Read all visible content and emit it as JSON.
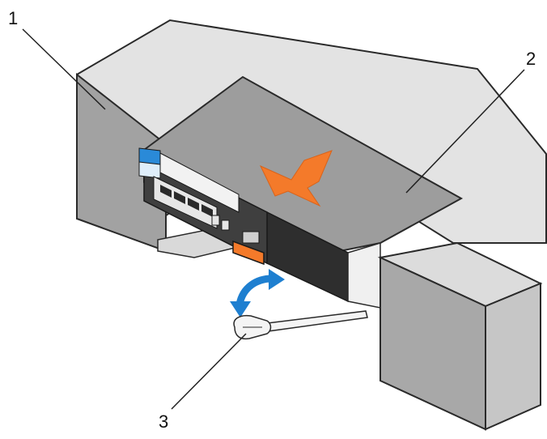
{
  "callouts": [
    {
      "number": "1"
    },
    {
      "number": "2"
    },
    {
      "number": "3"
    }
  ],
  "colors": {
    "chassis_top": "#e2e2e2",
    "chassis_front": "#9c9c9c",
    "module_top": "#9a9a9a",
    "module_front": "#3a3a3a",
    "arrow_orange": "#f47a2a",
    "arrow_blue": "#1e7fd0",
    "tab_blue": "#2a8ad8",
    "leader_line": "#222222"
  }
}
